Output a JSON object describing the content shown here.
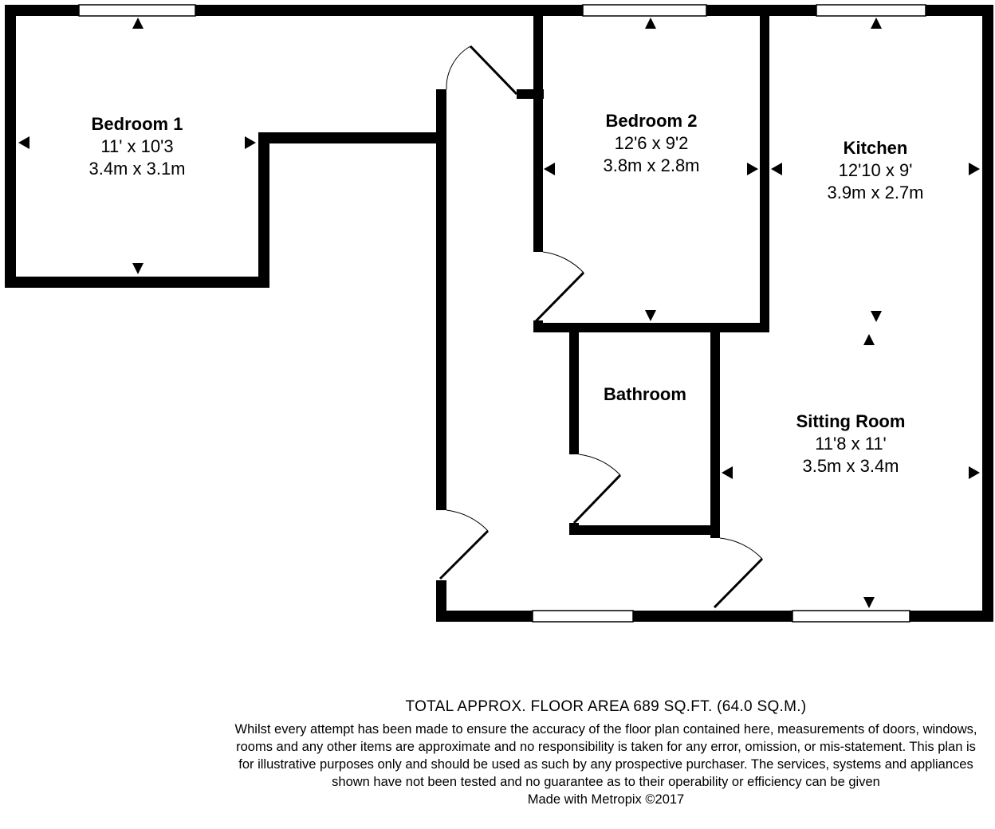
{
  "rooms": {
    "bedroom1": {
      "name": "Bedroom 1",
      "imperial": "11' x 10'3",
      "metric": "3.4m x 3.1m"
    },
    "bedroom2": {
      "name": "Bedroom 2",
      "imperial": "12'6 x 9'2",
      "metric": "3.8m x 2.8m"
    },
    "kitchen": {
      "name": "Kitchen",
      "imperial": "12'10 x 9'",
      "metric": "3.9m x 2.7m"
    },
    "bathroom": {
      "name": "Bathroom"
    },
    "sitting_room": {
      "name": "Sitting Room",
      "imperial": "11'8 x 11'",
      "metric": "3.5m x 3.4m"
    }
  },
  "footer": {
    "total_area": "TOTAL APPROX. FLOOR AREA 689 SQ.FT. (64.0 SQ.M.)",
    "disclaimer": "Whilst every attempt has been made to ensure the accuracy of the floor plan contained here, measurements of doors, windows, rooms and any other items are approximate and no responsibility is taken for any error, omission, or mis-statement. This plan is for illustrative purposes only and should be used as such by any prospective purchaser. The services, systems and appliances shown have not been tested and no guarantee as to their operability or efficiency can be given",
    "credit": "Made with Metropix ©2017"
  },
  "colors": {
    "wall": "#000000",
    "background": "#ffffff"
  }
}
